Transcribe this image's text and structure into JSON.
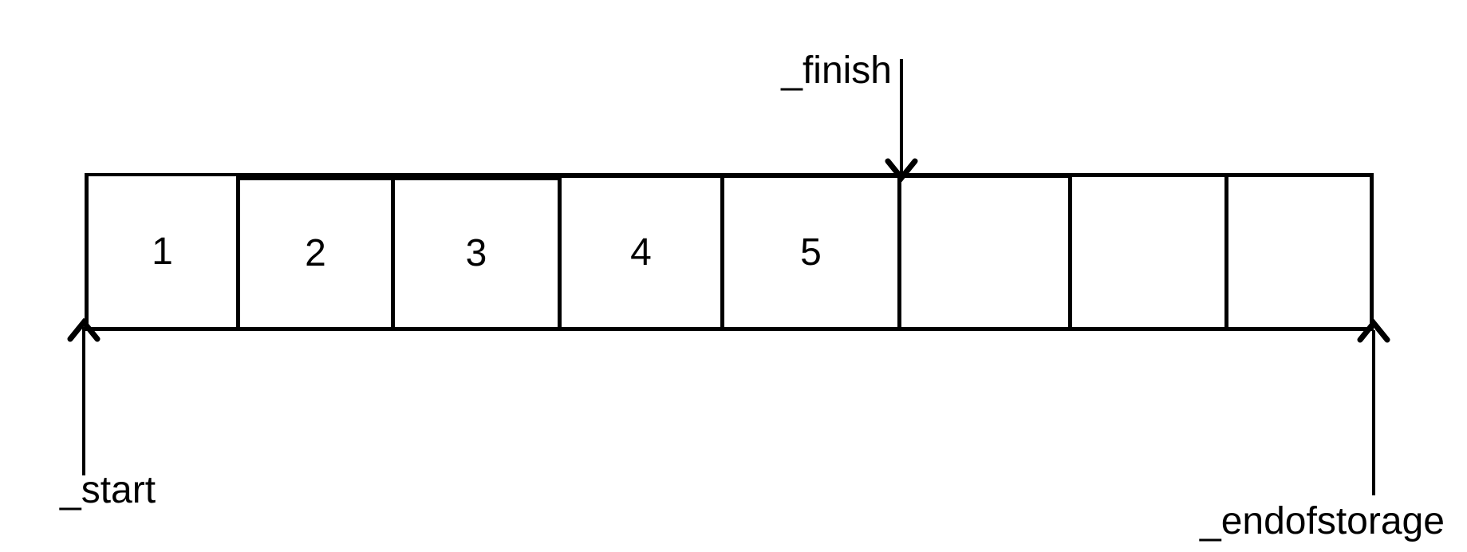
{
  "diagram": {
    "description": "vector memory layout",
    "cells": [
      "1",
      "2",
      "3",
      "4",
      "5",
      "",
      "",
      ""
    ],
    "pointers": {
      "finish": "_finish",
      "start": "_start",
      "endofstorage": "_endofstorage"
    },
    "icons": {
      "finish_arrow": "arrow-down",
      "start_arrow": "arrow-up",
      "endofstorage_arrow": "arrow-up"
    },
    "colors": {
      "line": "#000000",
      "text": "#000000",
      "background": "#ffffff"
    }
  }
}
